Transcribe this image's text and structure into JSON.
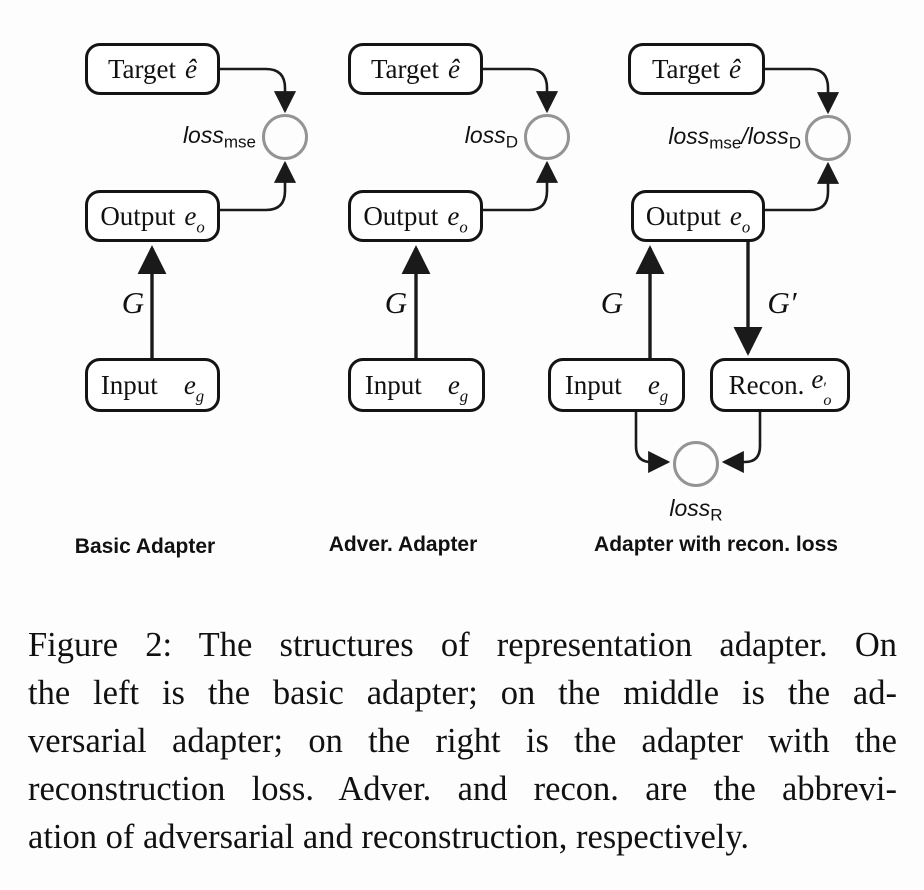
{
  "diagrams": [
    {
      "caption": "Basic Adapter",
      "target": {
        "word": "Target",
        "var": "ê"
      },
      "output": {
        "word": "Output",
        "var": "e",
        "sub": "o"
      },
      "input": {
        "word": "Input",
        "var": "e",
        "sub": "g"
      },
      "loss": {
        "p1": "loss",
        "s1": "mse"
      },
      "g": "G"
    },
    {
      "caption": "Adver. Adapter",
      "target": {
        "word": "Target",
        "var": "ê"
      },
      "output": {
        "word": "Output",
        "var": "e",
        "sub": "o"
      },
      "input": {
        "word": "Input",
        "var": "e",
        "sub": "g"
      },
      "loss": {
        "p1": "loss",
        "s1": "D"
      },
      "g": "G"
    },
    {
      "caption": "Adapter with recon. loss",
      "target": {
        "word": "Target",
        "var": "ê"
      },
      "output": {
        "word": "Output",
        "var": "e",
        "sub": "o"
      },
      "input": {
        "word": "Input",
        "var": "e",
        "sub": "g"
      },
      "recon": {
        "word": "Recon.",
        "var": "e",
        "sup": "′",
        "sub": "o"
      },
      "loss": {
        "p1": "loss",
        "s1": "mse",
        "p2": "/loss",
        "s2": "D"
      },
      "loss_r": {
        "p1": "loss",
        "s1": "R"
      },
      "g": "G",
      "g2": "G′"
    }
  ],
  "caption": {
    "lines": [
      "Figure 2: The structures of representation adapter. On",
      "the left is the basic adapter; on the middle is the ad-",
      "versarial adapter; on the right is the adapter with the",
      "reconstruction loss. Adver. and recon. are the abbrevi-",
      "ation of adversarial and reconstruction, respectively."
    ]
  },
  "colors": {
    "box_border": "#141414",
    "circle_border": "#949494",
    "arrow": "#1a1a1a",
    "text": "#111111",
    "background": "#fdfdfd"
  }
}
